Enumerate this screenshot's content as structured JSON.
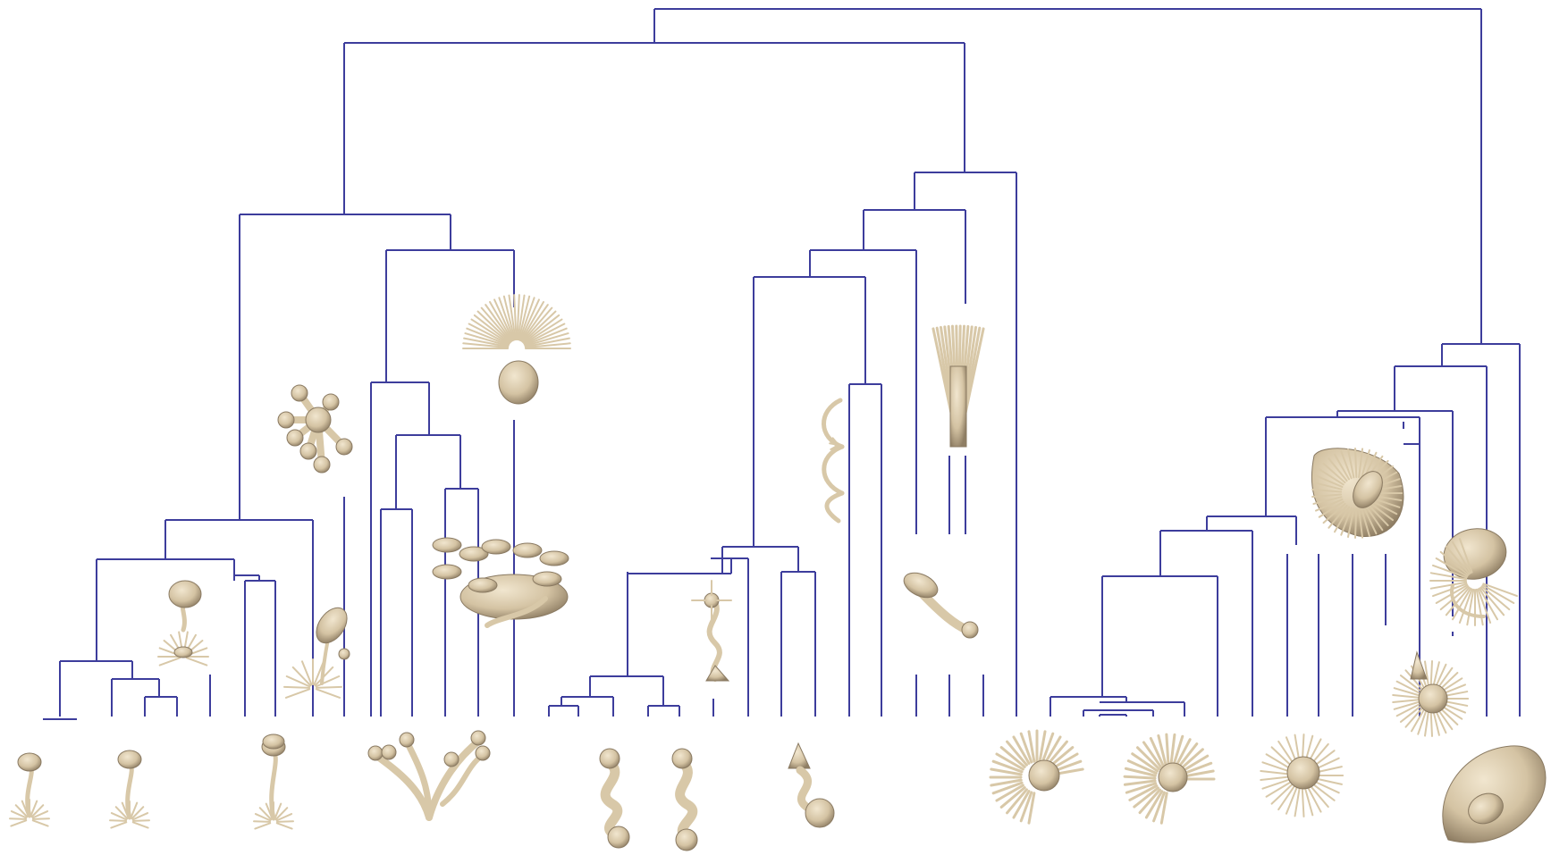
{
  "figure": {
    "kind": "dendrogram",
    "branch_color": "#3d3d9c",
    "specimen_color": "#d8c8a8",
    "specimen_shadow": "#8a7a62",
    "caption": ""
  },
  "specimens": [
    {
      "name": "stalked-flower-small",
      "icon": "stalked-flower-icon"
    },
    {
      "name": "stalked-flower-medium",
      "icon": "stalked-flower-icon"
    },
    {
      "name": "rose-on-stalk",
      "icon": "rose-icon"
    },
    {
      "name": "spiral-stalk-plant",
      "icon": "spiral-plant-icon"
    },
    {
      "name": "mushroom-on-stalk",
      "icon": "mushroom-icon"
    },
    {
      "name": "branching-coral-bush",
      "icon": "coral-bush-icon"
    },
    {
      "name": "twisted-branch-cluster",
      "icon": "coral-cluster-icon"
    },
    {
      "name": "mushroom-cluster",
      "icon": "mushroom-cluster-icon"
    },
    {
      "name": "hairy-sea-urchin",
      "icon": "urchin-icon"
    },
    {
      "name": "wavy-tube-a",
      "icon": "wavy-tube-icon"
    },
    {
      "name": "wavy-tube-b",
      "icon": "wavy-tube-icon"
    },
    {
      "name": "spiked-wavy-tube",
      "icon": "spiked-tube-icon"
    },
    {
      "name": "cone-tipped-tube",
      "icon": "cone-tube-icon"
    },
    {
      "name": "c-shaped-segments",
      "icon": "c-segment-icon"
    },
    {
      "name": "club-shape",
      "icon": "club-icon"
    },
    {
      "name": "stick-bundle",
      "icon": "stick-bundle-icon"
    },
    {
      "name": "ridged-shell-a",
      "icon": "ridged-shell-icon"
    },
    {
      "name": "ridged-shell-b",
      "icon": "ridged-shell-icon"
    },
    {
      "name": "spiky-shell",
      "icon": "spiky-shell-icon"
    },
    {
      "name": "twisted-torus",
      "icon": "twisted-torus-icon"
    },
    {
      "name": "spiral-shell-ridged",
      "icon": "spiral-shell-icon"
    },
    {
      "name": "open-spiral-shell",
      "icon": "open-spiral-icon"
    },
    {
      "name": "large-coiled-shell",
      "icon": "coiled-shell-icon"
    }
  ]
}
